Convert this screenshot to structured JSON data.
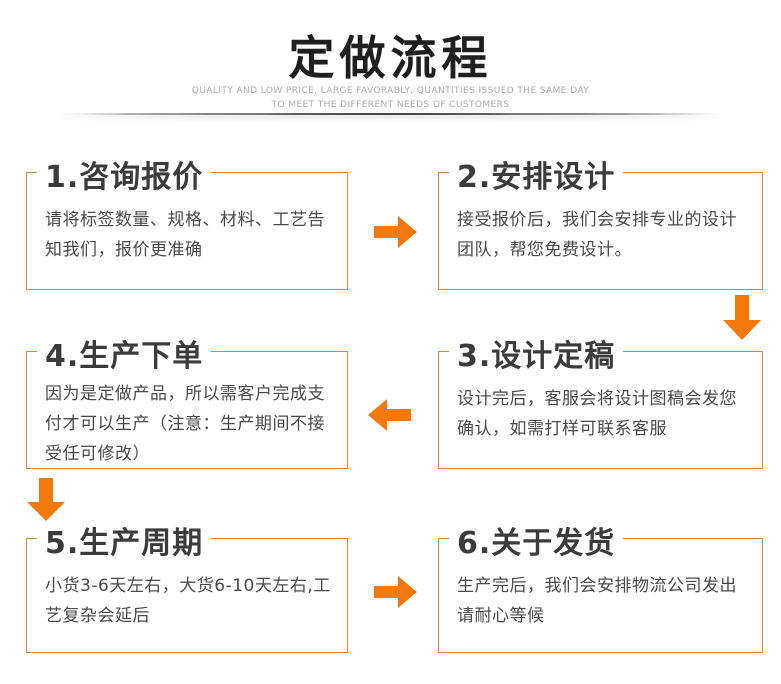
{
  "header": {
    "title": "定做流程",
    "subtitle_line1": "QUALITY AND LOW PRICE, LARGE FAVORABLY, QUANTITIES ISSUED THE SAME DAY",
    "subtitle_line2": "TO MEET THE DIFFERENT NEEDS OF CUSTOMERS"
  },
  "steps": [
    {
      "title": "1.咨询报价",
      "body": "请将标签数量、规格、材料、工艺告知我们，报价更准确"
    },
    {
      "title": "2.安排设计",
      "body": "接受报价后，我们会安排专业的设计团队，帮您免费设计。"
    },
    {
      "title": "3.设计定稿",
      "body": "设计完后，客服会将设计图稿会发您确认，如需打样可联系客服"
    },
    {
      "title": "4.生产下单",
      "body": "因为是定做产品，所以需客户完成支付才可以生产（注意：生产期间不接受任可修改）"
    },
    {
      "title": "5.生产周期",
      "body": "小货3-6天左右，大货6-10天左右,工艺复杂会延后"
    },
    {
      "title": "6.关于发货",
      "body": "生产完后，我们会安排物流公司发出请耐心等候"
    }
  ],
  "flow_arrows": [
    {
      "icon": "arrow-right-icon",
      "direction": "right",
      "from": 1,
      "to": 2
    },
    {
      "icon": "arrow-down-icon",
      "direction": "down",
      "from": 2,
      "to": 3
    },
    {
      "icon": "arrow-left-icon",
      "direction": "left",
      "from": 3,
      "to": 4
    },
    {
      "icon": "arrow-down-icon",
      "direction": "down",
      "from": 4,
      "to": 5
    },
    {
      "icon": "arrow-right-icon",
      "direction": "right",
      "from": 5,
      "to": 6
    }
  ],
  "colors": {
    "accent_orange": "#F4790B",
    "box_border_orange": "#E0832C",
    "main_title_text": "#1F1F1F",
    "step_title_text": "#3B3B3B",
    "body_text": "#4A4A4A",
    "subtitle_text": "#ABABAB"
  }
}
